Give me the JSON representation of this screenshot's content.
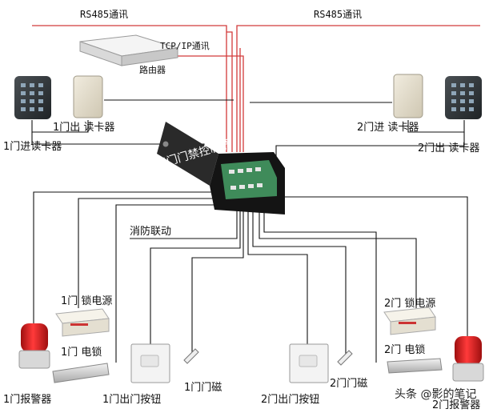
{
  "labels": {
    "rs485_left": "RS485通讯",
    "rs485_right": "RS485通讯",
    "tcpip": "TCP/IP通讯",
    "router": "路由器",
    "door1_out_reader": "1门出 读卡器",
    "door1_in_reader": "1门进读卡器",
    "door2_in_reader": "2门进 读卡器",
    "door2_out_reader": "2门出 读卡器",
    "controller": "双门门禁控制器",
    "fire_link": "消防联动",
    "door1_lock_power": "1门 锁电源",
    "door1_lock": "1门 电锁",
    "door1_alarm": "1门报警器",
    "door1_exit_button": "1门出门按钮",
    "door1_magnet": "1门门磁",
    "door2_exit_button": "2门出门按钮",
    "door2_magnet": "2门门磁",
    "door2_lock_power": "2门 锁电源",
    "door2_lock": "2门 电锁",
    "door2_alarm": "2门报警器"
  },
  "watermark": {
    "prefix": "头条",
    "at": "@",
    "handle": "影的笔记"
  },
  "colors": {
    "rs485_line": "#d23a3a",
    "wire": "#111111",
    "controller_body": "#141414",
    "alarm_red": "#d81d1d"
  }
}
